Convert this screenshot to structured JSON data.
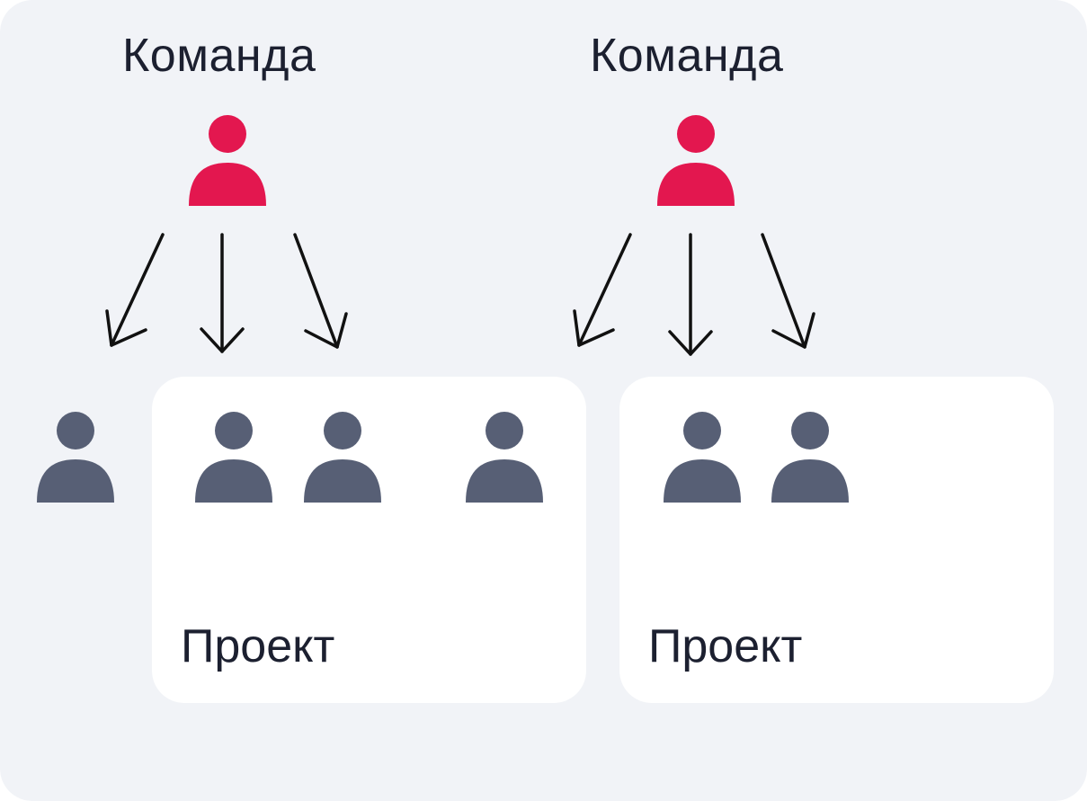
{
  "teams": [
    {
      "label": "Команда"
    },
    {
      "label": "Команда"
    }
  ],
  "projects": [
    {
      "label": "Проект"
    },
    {
      "label": "Проект"
    }
  ],
  "colors": {
    "background": "#f1f3f7",
    "card": "#ffffff",
    "team_lead": "#e3174f",
    "member": "#575f75",
    "text": "#1c2030",
    "arrow": "#111111"
  },
  "icons": {
    "team_lead": "person-icon",
    "member": "person-icon",
    "arrow": "arrow-down-icon"
  }
}
